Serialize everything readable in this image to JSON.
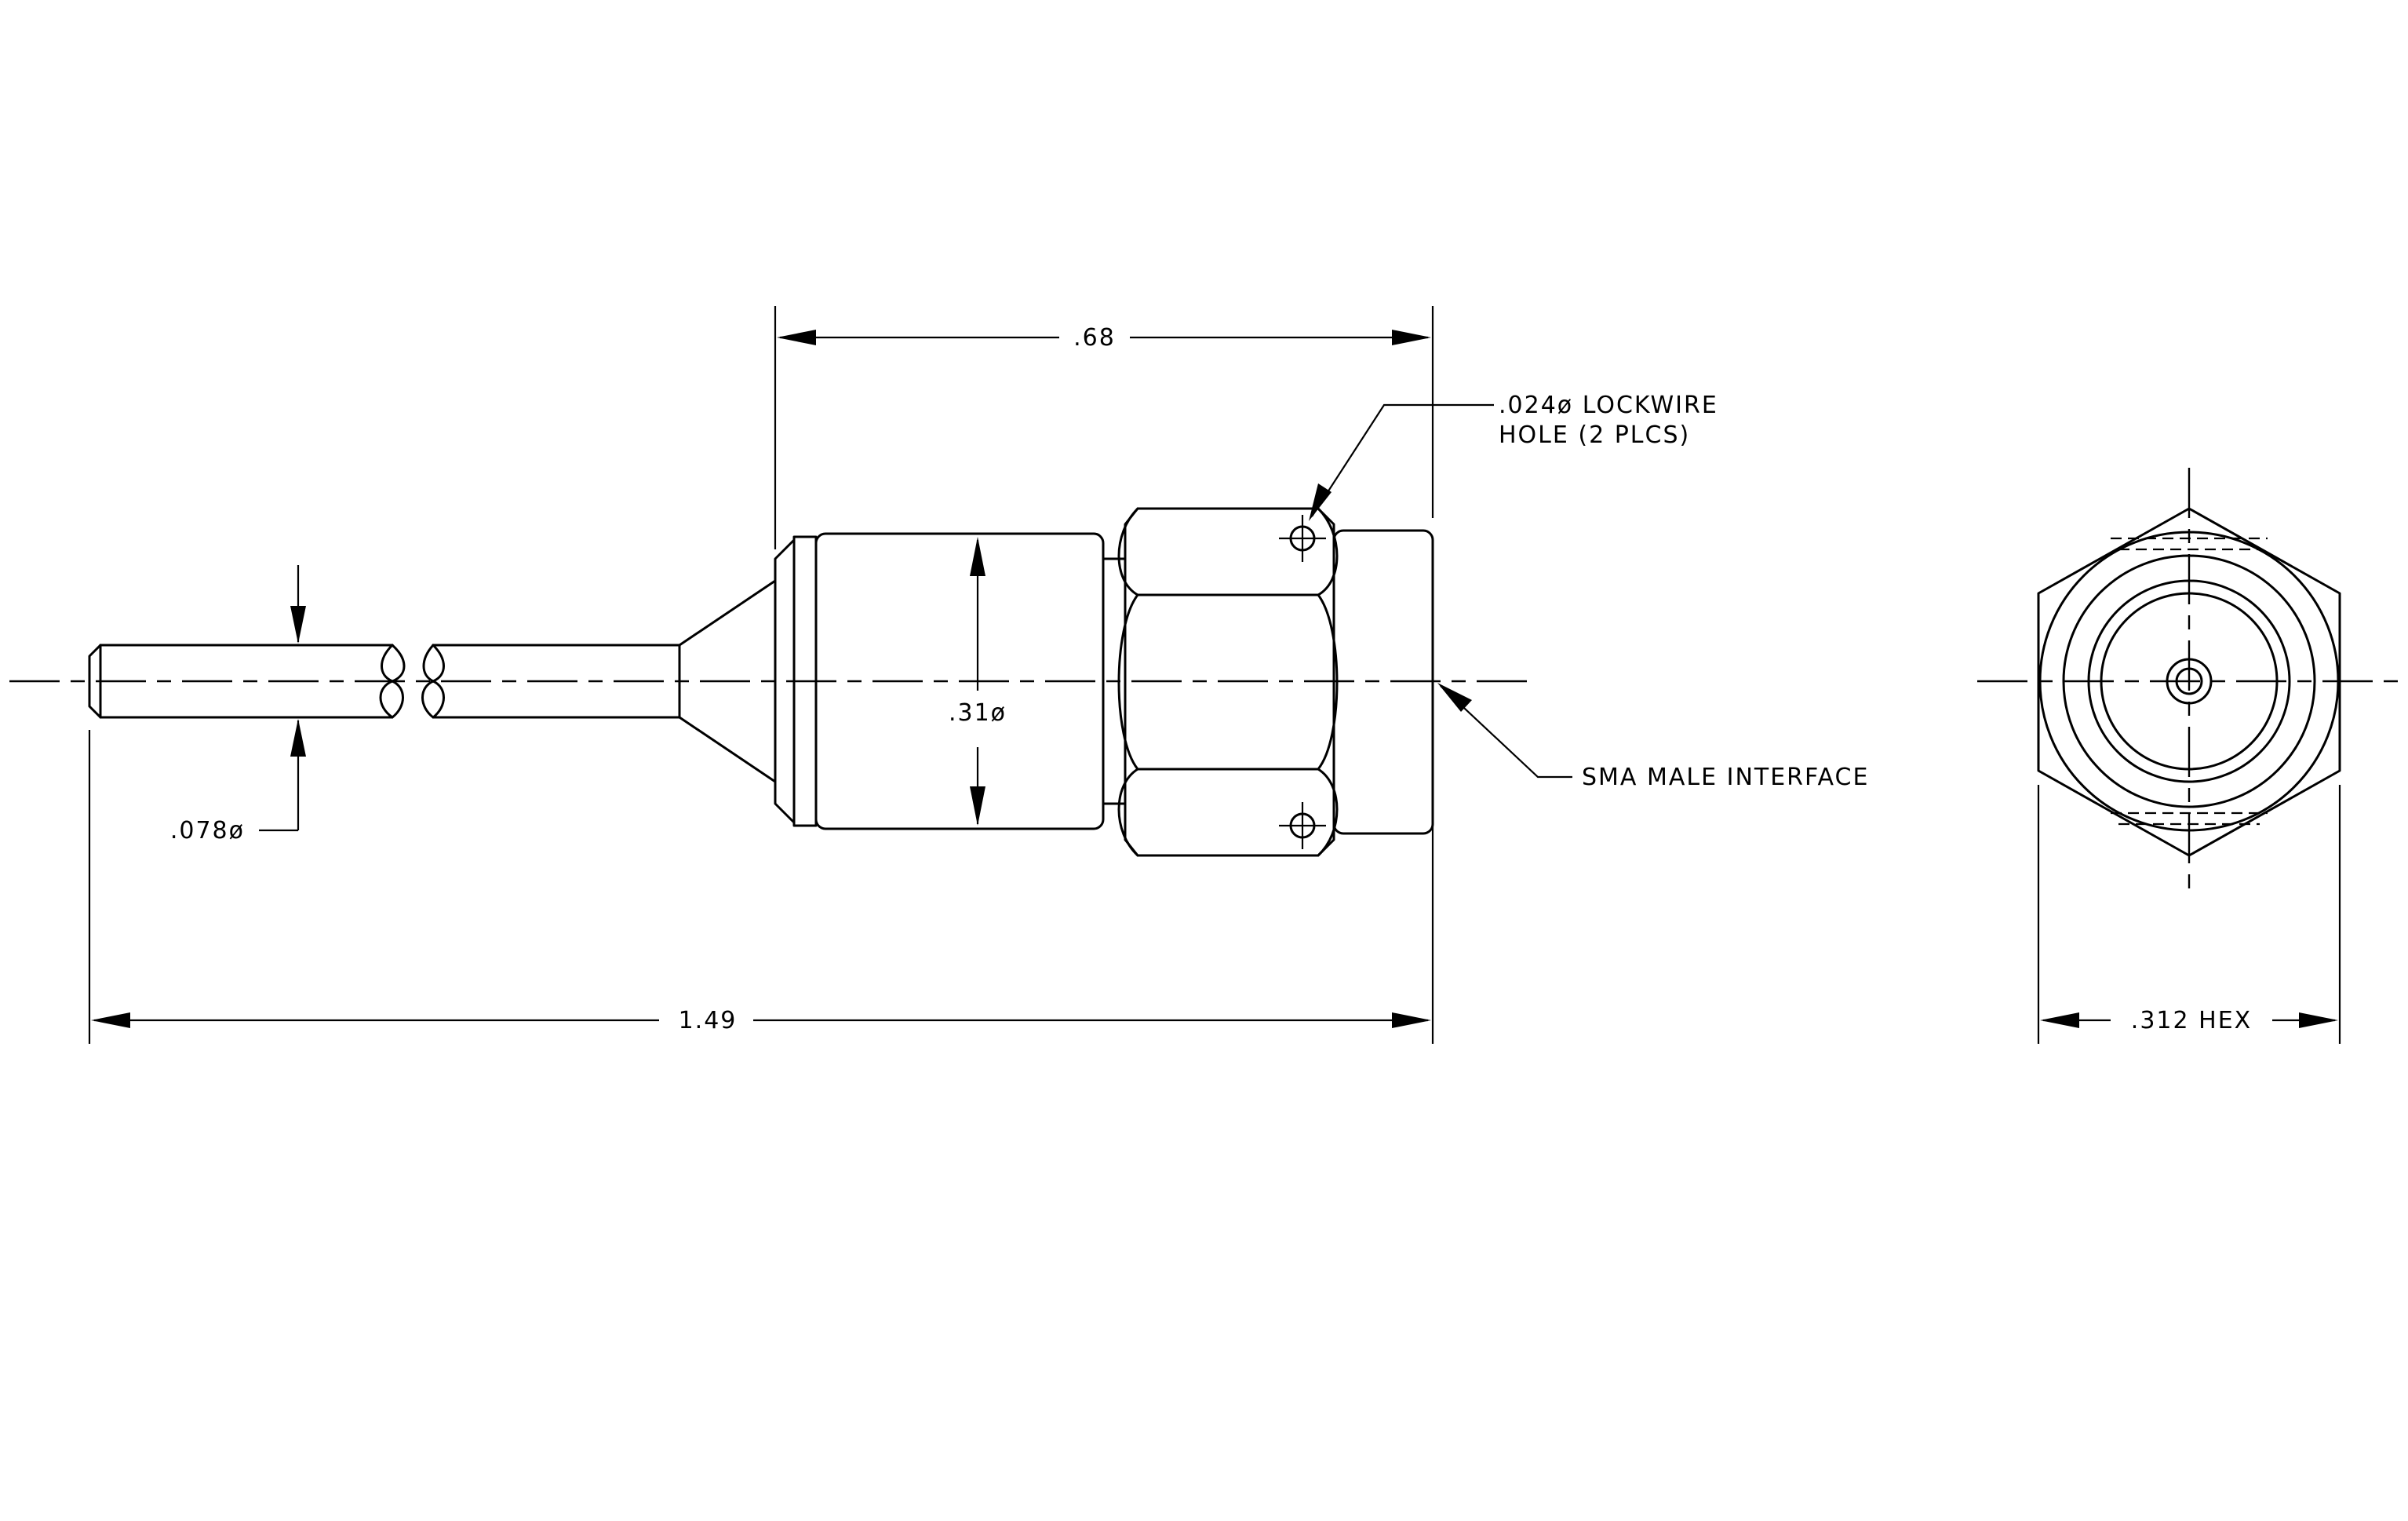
{
  "drawing": {
    "dimensions": {
      "overall_length": ".68",
      "total_length": "1.49",
      "body_diameter": ".31ø",
      "cable_diameter": ".078ø",
      "hex_size": ".312 HEX"
    },
    "callouts": {
      "lockwire_line1": ".024ø LOCKWIRE",
      "lockwire_line2": "HOLE (2 PLCS)",
      "interface": "SMA MALE INTERFACE"
    },
    "colors": {
      "line": "#000000",
      "background": "#ffffff"
    }
  }
}
